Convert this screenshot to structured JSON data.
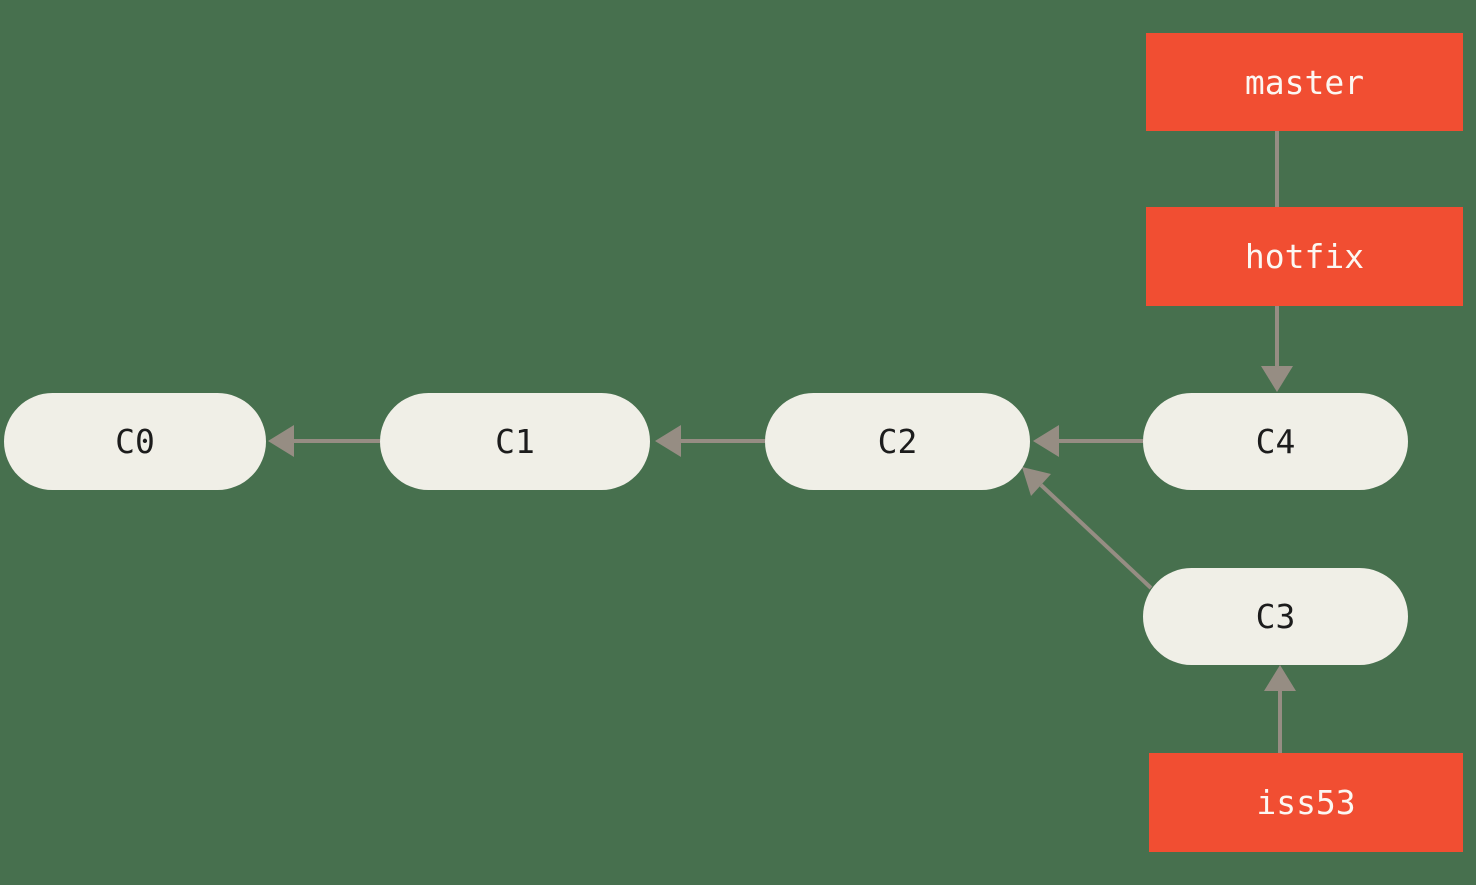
{
  "colors": {
    "background": "#47704E",
    "node_fill": "#F0EFE7",
    "node_text": "#1C1C1C",
    "branch_fill": "#F14E32",
    "branch_text": "#FCF7F2",
    "arrow": "#968D83"
  },
  "nodes": {
    "c0": {
      "label": "C0"
    },
    "c1": {
      "label": "C1"
    },
    "c2": {
      "label": "C2"
    },
    "c3": {
      "label": "C3"
    },
    "c4": {
      "label": "C4"
    }
  },
  "branches": {
    "master": {
      "label": "master",
      "points_to": "C4"
    },
    "hotfix": {
      "label": "hotfix",
      "points_to": "C4"
    },
    "iss53": {
      "label": "iss53",
      "points_to": "C3"
    }
  },
  "edges": [
    {
      "from": "C1",
      "to": "C0",
      "arrowhead": true,
      "direction": "left"
    },
    {
      "from": "C2",
      "to": "C1",
      "arrowhead": true,
      "direction": "left"
    },
    {
      "from": "C4",
      "to": "C2",
      "arrowhead": true,
      "direction": "left"
    },
    {
      "from": "C3",
      "to": "C2",
      "arrowhead": true,
      "direction": "up-left-diagonal"
    },
    {
      "from": "master",
      "to": "hotfix",
      "arrowhead": false,
      "direction": "down"
    },
    {
      "from": "hotfix",
      "to": "C4",
      "arrowhead": true,
      "direction": "down"
    },
    {
      "from": "iss53",
      "to": "C3",
      "arrowhead": true,
      "direction": "up"
    }
  ]
}
